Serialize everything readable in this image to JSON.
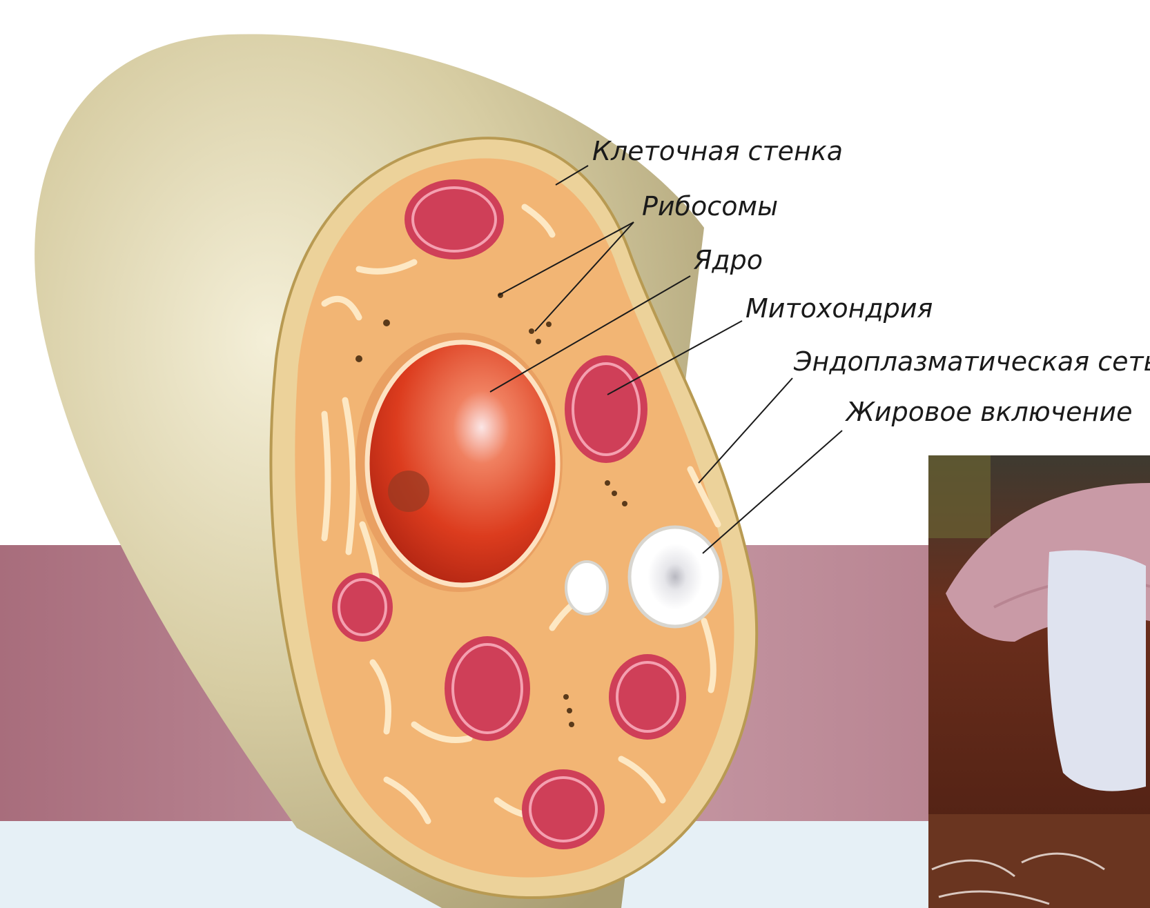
{
  "labels": {
    "cell_wall": "Клеточная стенка",
    "ribosomes": "Рибосомы",
    "nucleus": "Ядро",
    "mitochondrion": "Митохондрия",
    "er": "Эндоплазматическая сеть",
    "fat_inclusion": "Жировое включение"
  },
  "colors": {
    "cytoplasm": "#f2b574",
    "cell_wall": "#ecd29a",
    "outer_body": "#d8d0a6",
    "nucleus": "#d93a1f",
    "mitochondrion": "#cf3f58",
    "band": "#a86777",
    "photo_soil": "#5e2a1a",
    "mushroom_cap": "#c99aa6"
  }
}
